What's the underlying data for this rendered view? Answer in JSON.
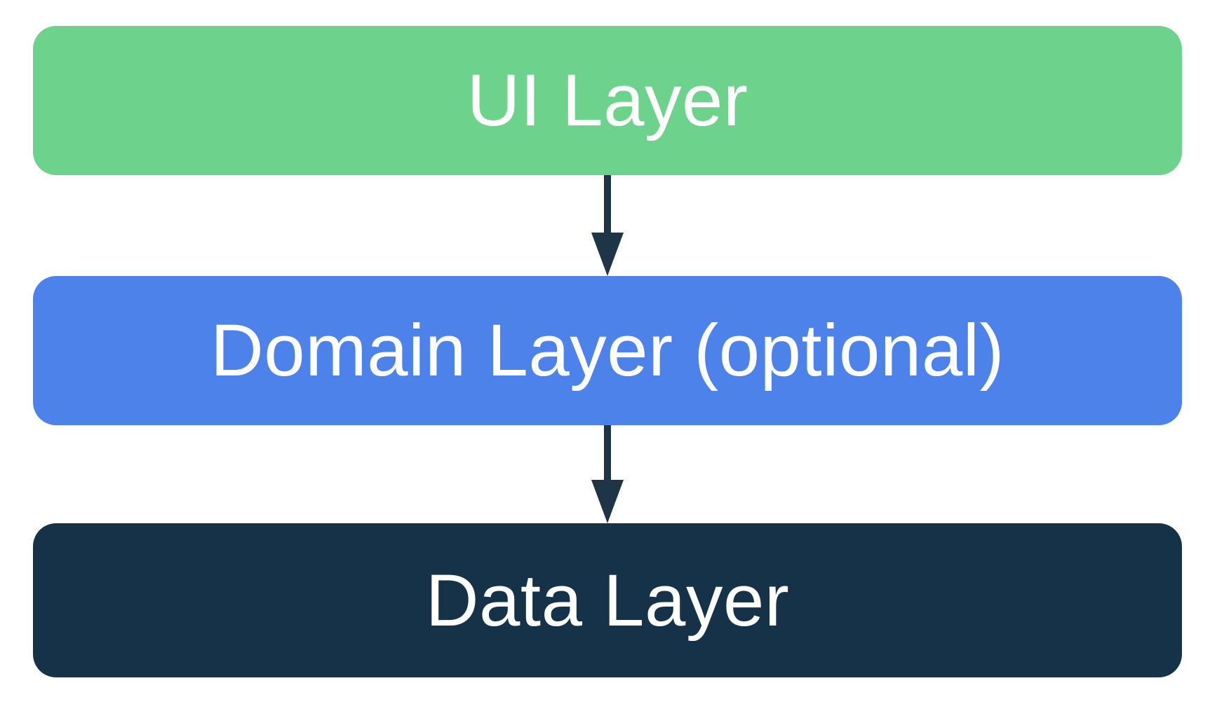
{
  "diagram": {
    "background": "#FFFFFF",
    "arrow_color": "#1D3547",
    "layers": [
      {
        "id": "ui",
        "label": "UI Layer",
        "fill": "#6DD38C",
        "text_color": "#FFFFFF"
      },
      {
        "id": "domain",
        "label": "Domain Layer (optional)",
        "fill": "#4D82EA",
        "text_color": "#FFFFFF"
      },
      {
        "id": "data",
        "label": "Data Layer",
        "fill": "#163248",
        "text_color": "#FFFFFF"
      }
    ],
    "arrows": [
      {
        "from": "ui",
        "to": "domain"
      },
      {
        "from": "domain",
        "to": "data"
      }
    ]
  }
}
